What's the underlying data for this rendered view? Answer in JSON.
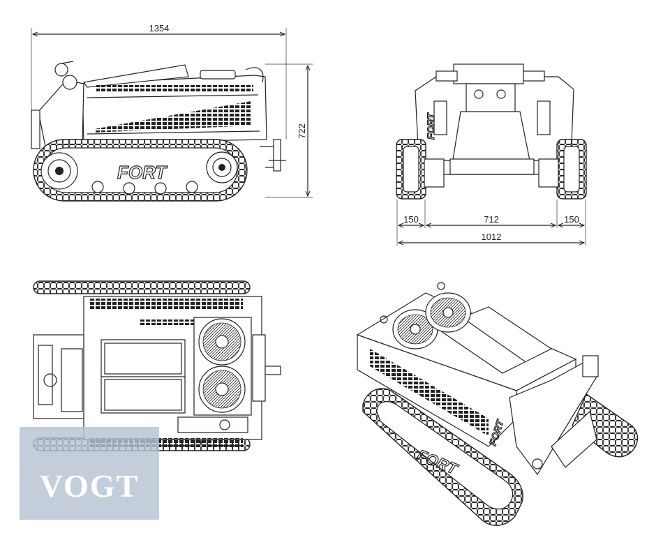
{
  "dimensions": {
    "side_length": "1354",
    "side_height": "722",
    "front_left": "150",
    "front_center": "712",
    "front_right": "150",
    "front_total": "1012"
  },
  "brand": {
    "logo_text": "FORT",
    "watermark_text": "VOGT",
    "watermark_color": "#b7c3d3"
  }
}
